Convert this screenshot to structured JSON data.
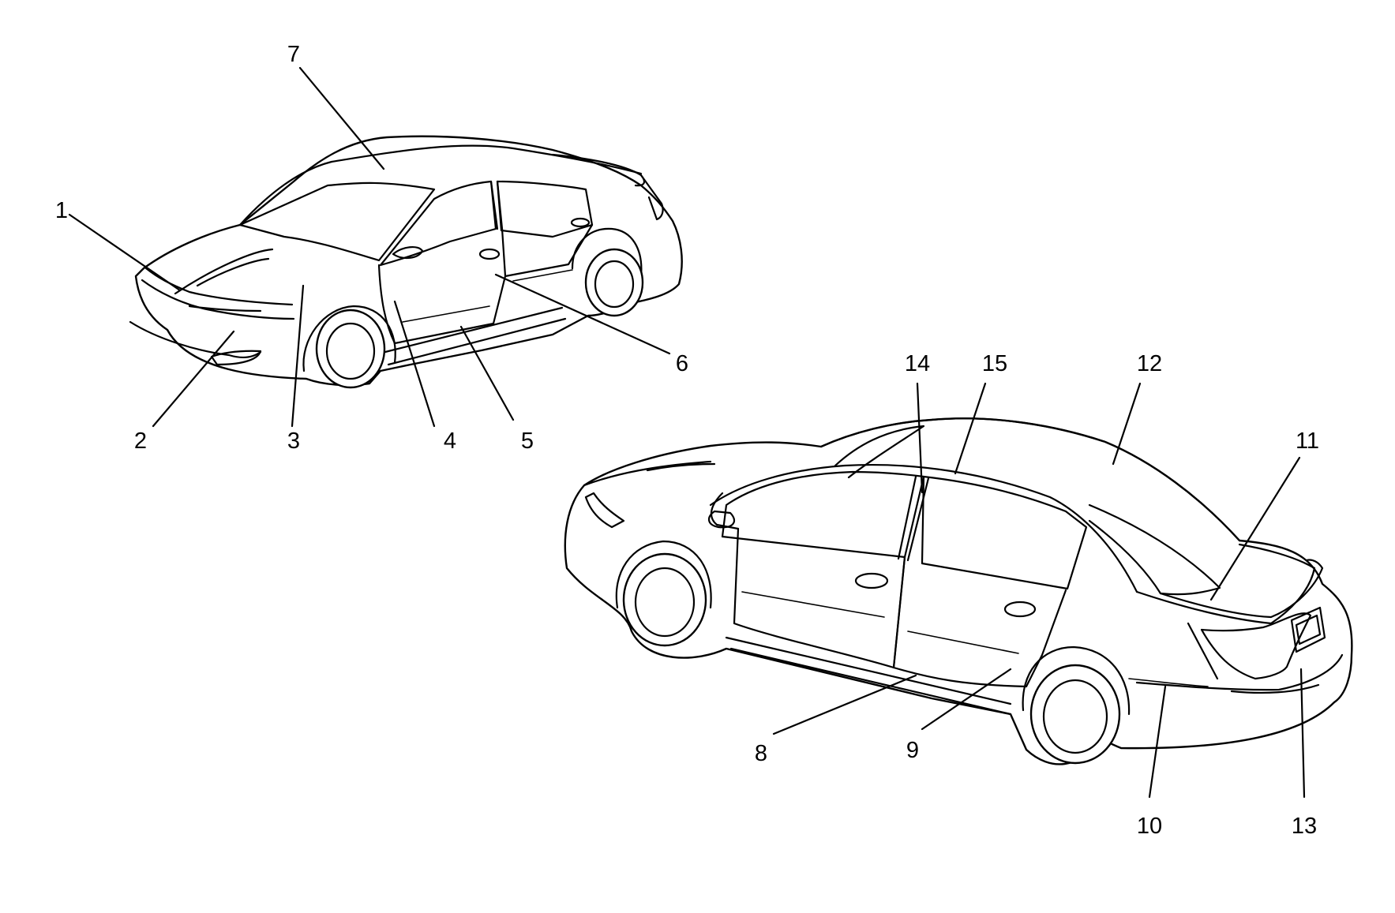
{
  "colors": {
    "background": "#ffffff",
    "line": "#000000"
  },
  "callouts": [
    {
      "id": "c1",
      "text": "1"
    },
    {
      "id": "c2",
      "text": "2"
    },
    {
      "id": "c3",
      "text": "3"
    },
    {
      "id": "c4",
      "text": "4"
    },
    {
      "id": "c5",
      "text": "5"
    },
    {
      "id": "c6",
      "text": "6"
    },
    {
      "id": "c7",
      "text": "7"
    },
    {
      "id": "c8",
      "text": "8"
    },
    {
      "id": "c9",
      "text": "9"
    },
    {
      "id": "c10",
      "text": "10"
    },
    {
      "id": "c11",
      "text": "11"
    },
    {
      "id": "c12",
      "text": "12"
    },
    {
      "id": "c13",
      "text": "13"
    },
    {
      "id": "c14",
      "text": "14"
    },
    {
      "id": "c15",
      "text": "15"
    }
  ]
}
